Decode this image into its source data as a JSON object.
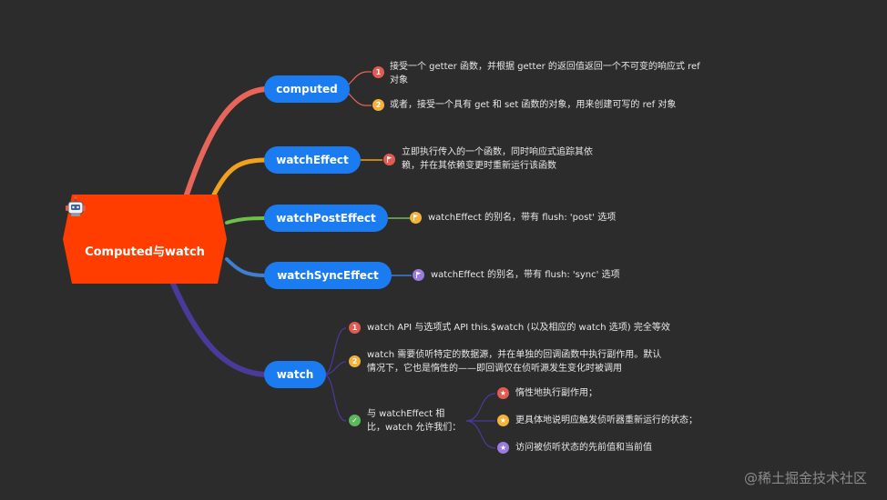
{
  "root": {
    "label": "Computed与watch",
    "icon": "robot-icon"
  },
  "branches": [
    {
      "label": "computed",
      "color": "#e8655a",
      "items": [
        {
          "marker": "1",
          "icon": "number-one-badge",
          "text": "接受一个 getter 函数，并根据 getter 的返回值返回一个不可变的响应式 ref",
          "text2": "对象"
        },
        {
          "marker": "2",
          "icon": "number-two-badge",
          "text": "或者，接受一个具有 get 和 set 函数的对象，用来创建可写的 ref 对象"
        }
      ]
    },
    {
      "label": "watchEffect",
      "color": "#f0a11d",
      "items": [
        {
          "icon": "flag-icon",
          "text": "立即执行传入的一个函数，同时响应式追踪其依",
          "text2": "赖，并在其依赖变更时重新运行该函数"
        }
      ]
    },
    {
      "label": "watchPostEffect",
      "color": "#6fbf4a",
      "items": [
        {
          "icon": "flag-icon",
          "text": "watchEffect 的别名，带有 flush: 'post' 选项"
        }
      ]
    },
    {
      "label": "watchSyncEffect",
      "color": "#3f7fd0",
      "items": [
        {
          "icon": "flag-icon",
          "text": "watchEffect 的别名，带有 flush: 'sync' 选项"
        }
      ]
    },
    {
      "label": "watch",
      "color": "#4a3a9a",
      "items": [
        {
          "marker": "1",
          "icon": "number-one-badge",
          "text": "watch API 与选项式 API this.$watch (以及相应的 watch 选项) 完全等效"
        },
        {
          "marker": "2",
          "icon": "number-two-badge",
          "text": "watch 需要侦听特定的数据源，并在单独的回调函数中执行副作用。默认",
          "text2": "情况下，它也是惰性的——即回调仅在侦听源发生变化时被调用"
        },
        {
          "marker": "✓",
          "icon": "check-icon",
          "text": "与 watchEffect 相",
          "text2": "比，watch 允许我们：",
          "children": [
            {
              "icon": "star-icon",
              "text": "惰性地执行副作用；"
            },
            {
              "icon": "star-icon",
              "text": "更具体地说明应触发侦听器重新运行的状态；"
            },
            {
              "icon": "star-icon",
              "text": "访问被侦听状态的先前值和当前值"
            }
          ]
        }
      ]
    }
  ],
  "watermark": "@稀土掘金技术社区"
}
